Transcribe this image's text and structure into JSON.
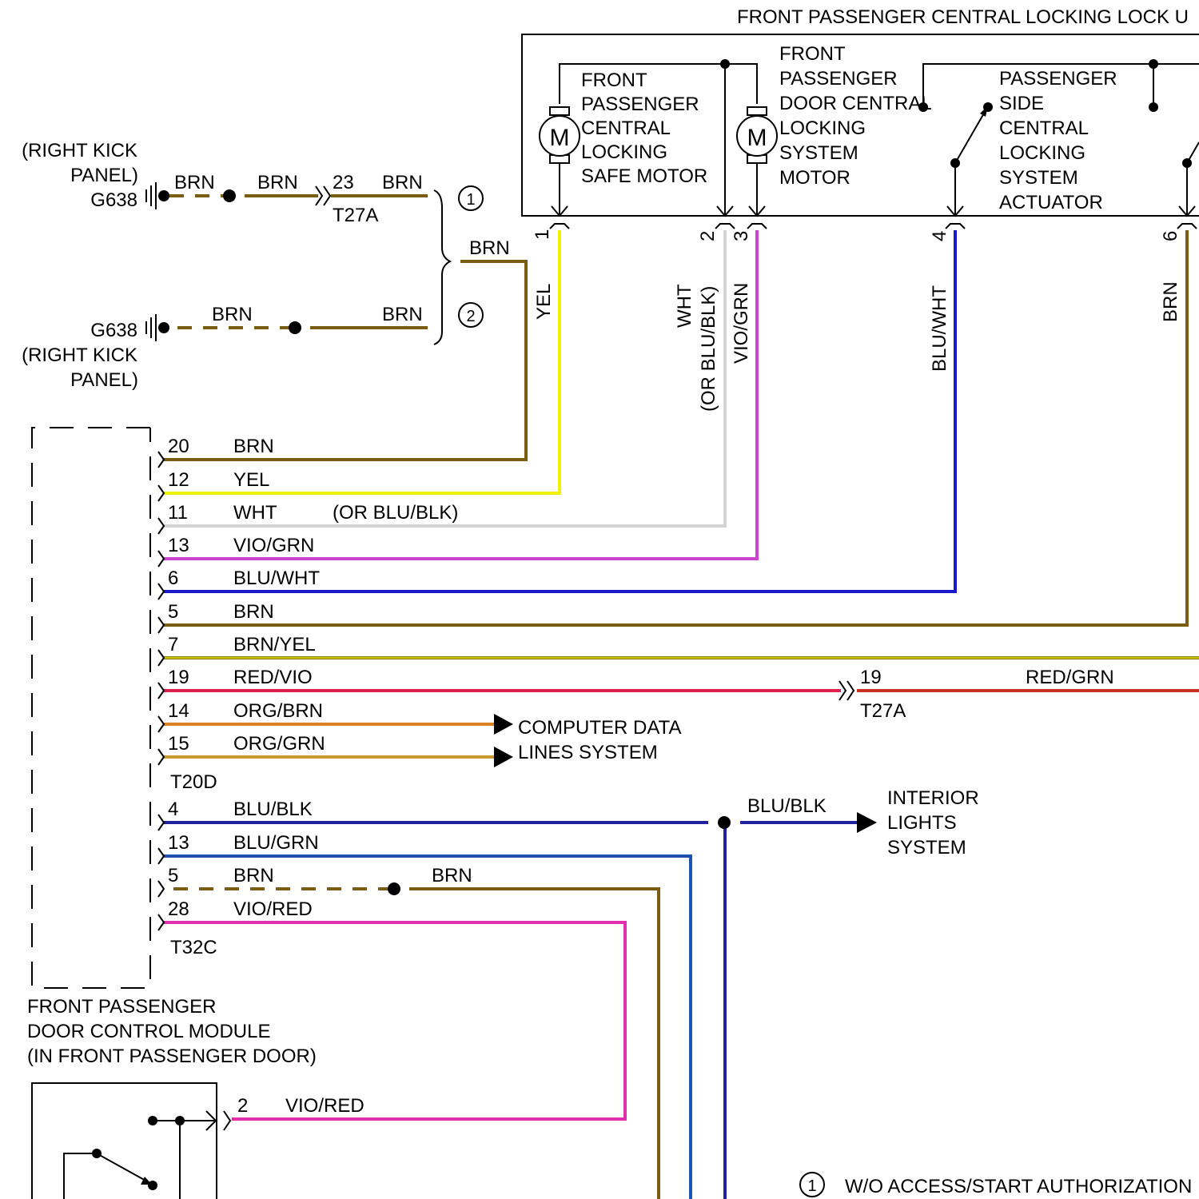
{
  "colors": {
    "BRN": "#7a5c12",
    "YEL": "#f2f200",
    "WHT": "#d4d4d4",
    "VIO_GRN": "#cc44cc",
    "BLU_WHT": "#1a1acc",
    "BRN_YEL": "#8a7a10",
    "RED_VIO": "#e0204a",
    "RED_GRN": "#c83020",
    "ORG_BRN": "#d98020",
    "ORG_GRN": "#c89a30",
    "BLU_BLK": "#2020a0",
    "BLU_GRN": "#2050b0",
    "VIO_RED": "#e030b0"
  },
  "header": {
    "title": "FRONT PASSENGER CENTRAL LOCKING LOCK U"
  },
  "lock_unit": {
    "motor_symbol": "M",
    "safe_motor": [
      "FRONT",
      "PASSENGER",
      "CENTRAL",
      "LOCKING",
      "SAFE MOTOR"
    ],
    "door_motor": [
      "FRONT",
      "PASSENGER",
      "DOOR CENTRAL",
      "LOCKING",
      "SYSTEM",
      "MOTOR"
    ],
    "actuator": [
      "PASSENGER",
      "SIDE",
      "CENTRAL",
      "LOCKING",
      "SYSTEM",
      "ACTUATOR"
    ],
    "pins": [
      "1",
      "2",
      "3",
      "4",
      "6"
    ]
  },
  "vertical_wires": {
    "pin1": "YEL",
    "pin2_a": "WHT",
    "pin2_b": "(OR BLU/BLK)",
    "pin3": "VIO/GRN",
    "pin4": "BLU/WHT",
    "pin6": "BRN"
  },
  "ground": {
    "top_label_1": "(RIGHT KICK",
    "top_label_2": "PANEL)",
    "top_id": "G638",
    "bottom_id": "G638",
    "bottom_label_1": "(RIGHT KICK",
    "bottom_label_2": "PANEL)",
    "wire_top_a": "BRN",
    "wire_top_b": "BRN",
    "conn_pin": "23",
    "wire_top_c": "BRN",
    "connector": "T27A",
    "wire_bottom_a": "BRN",
    "wire_bottom_b": "BRN",
    "merge_wire": "BRN",
    "note1": "1",
    "note2": "2"
  },
  "module": {
    "t20d_pins": [
      {
        "pin": "20",
        "wire": "BRN"
      },
      {
        "pin": "12",
        "wire": "YEL"
      },
      {
        "pin": "11",
        "wire": "WHT"
      },
      {
        "pin": "13",
        "wire": "VIO/GRN"
      },
      {
        "pin": "6",
        "wire": "BLU/WHT"
      },
      {
        "pin": "5",
        "wire": "BRN"
      },
      {
        "pin": "7",
        "wire": "BRN/YEL"
      },
      {
        "pin": "19",
        "wire": "RED/VIO"
      },
      {
        "pin": "14",
        "wire": "ORG/BRN"
      },
      {
        "pin": "15",
        "wire": "ORG/GRN"
      }
    ],
    "wht_alt": "(OR BLU/BLK)",
    "t20d": "T20D",
    "t32c_pins": [
      {
        "pin": "4",
        "wire": "BLU/BLK"
      },
      {
        "pin": "13",
        "wire": "BLU/GRN"
      },
      {
        "pin": "5",
        "wire": "BRN"
      },
      {
        "pin": "28",
        "wire": "VIO/RED"
      }
    ],
    "t32c": "T32C",
    "name": [
      "FRONT PASSENGER",
      "DOOR CONTROL MODULE",
      "(IN FRONT PASSENGER DOOR)"
    ]
  },
  "red_connector": {
    "pin": "19",
    "id": "T27A",
    "wire": "RED/GRN"
  },
  "computer_data": [
    "COMPUTER DATA",
    "LINES SYSTEM"
  ],
  "interior": {
    "wire": "BLU/BLK",
    "label": [
      "INTERIOR",
      "LIGHTS",
      "SYSTEM"
    ]
  },
  "brn_branch": "BRN",
  "bottom_switch": {
    "pin": "2",
    "wire": "VIO/RED"
  },
  "footnote": {
    "num": "1",
    "text": "W/O ACCESS/START AUTHORIZATION"
  }
}
